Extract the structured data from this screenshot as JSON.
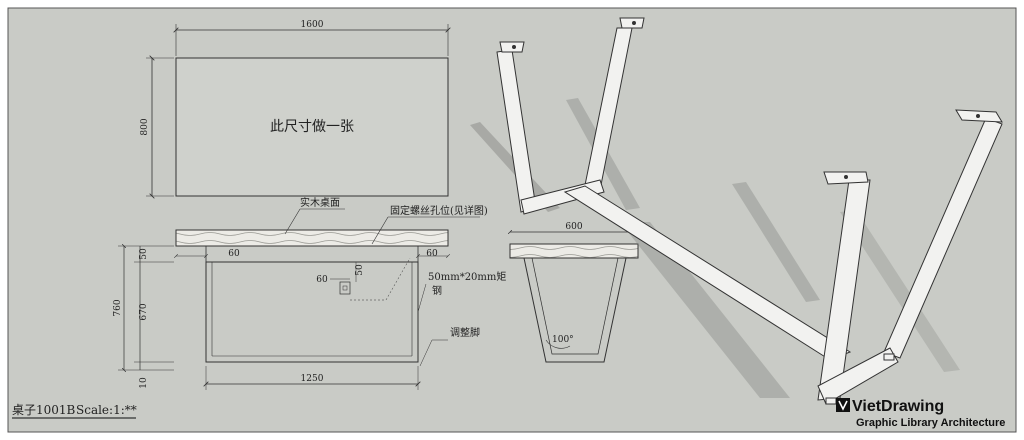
{
  "top_view": {
    "width_dim": "1600",
    "depth_dim": "800",
    "note": "此尺寸做一张"
  },
  "front_view": {
    "top_label": "实木桌面",
    "hole_label": "固定螺丝孔位(见详图)",
    "inset_left": "60",
    "inset_right": "60",
    "total_height": "760",
    "top_thickness": "50",
    "leg_height": "670",
    "foot": "10",
    "tube_label_1": "50mm*20mm矩",
    "tube_label_2": "钢",
    "detail_w": "60",
    "detail_h": "50",
    "foot_label": "调整脚",
    "bottom_dim": "1250"
  },
  "side_view": {
    "width_dim": "600",
    "angle": "100°"
  },
  "title_block": {
    "name": "桌子1001B",
    "scale": "Scale:1:**"
  },
  "watermark": {
    "brand": "VietDrawing",
    "tagline": "Graphic Library Architecture"
  },
  "colors": {
    "background": "#c9cbc6",
    "line": "#2a2a2a",
    "steel": "#f2f2f0",
    "shadow": "#8c8e8a"
  }
}
